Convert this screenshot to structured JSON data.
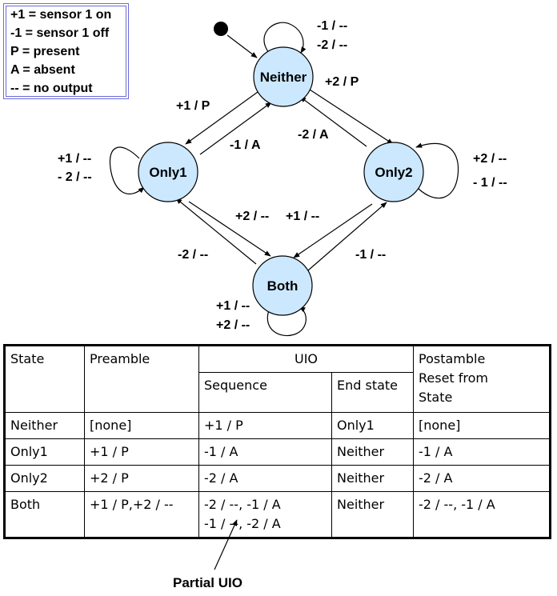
{
  "legend": {
    "lines": [
      "+1 = sensor 1 on",
      "-1 = sensor 1 off",
      "P = present",
      "A = absent",
      "-- = no output"
    ]
  },
  "states": {
    "neither": "Neither",
    "only1": "Only1",
    "only2": "Only2",
    "both": "Both"
  },
  "transitions": {
    "neither_self_1": "-1 / --",
    "neither_self_2": "-2 / --",
    "neither_to_only1": "+1 / P",
    "neither_to_only2": "+2 / P",
    "only1_to_neither": "-1 / A",
    "only2_to_neither": "-2 / A",
    "only1_self_1": "+1 / --",
    "only1_self_2": "- 2 / --",
    "only2_self_1": "+2 / --",
    "only2_self_2": "- 1 / --",
    "only1_to_both": "+2 / --",
    "only2_to_both": "+1 / --",
    "both_to_only1": "-2 / --",
    "both_to_only2": "-1 / --",
    "both_self_1": "+1 / --",
    "both_self_2": "+2 / --"
  },
  "table": {
    "headers": {
      "state": "State",
      "preamble": "Preamble",
      "uio": "UIO",
      "sequence": "Sequence",
      "end_state": "End state",
      "postamble": "Postamble",
      "reset_line1": "Reset from",
      "reset_line2": "State"
    },
    "rows": [
      {
        "state": "Neither",
        "preamble": "[none]",
        "sequence": [
          "+1 / P"
        ],
        "end_state": "Only1",
        "postamble": "[none]"
      },
      {
        "state": "Only1",
        "preamble": "+1 / P",
        "sequence": [
          "-1 / A"
        ],
        "end_state": "Neither",
        "postamble": "-1 / A"
      },
      {
        "state": "Only2",
        "preamble": "+2 / P",
        "sequence": [
          "-2 / A"
        ],
        "end_state": "Neither",
        "postamble": "-2 / A"
      },
      {
        "state": "Both",
        "preamble": "+1 / P,+2 / --",
        "sequence": [
          "-2 / --, -1 / A",
          "-1 / --, -2 / A"
        ],
        "end_state": "Neither",
        "postamble": "-2 / --, -1 / A"
      }
    ]
  },
  "callout": {
    "label": "Partial UIO"
  }
}
